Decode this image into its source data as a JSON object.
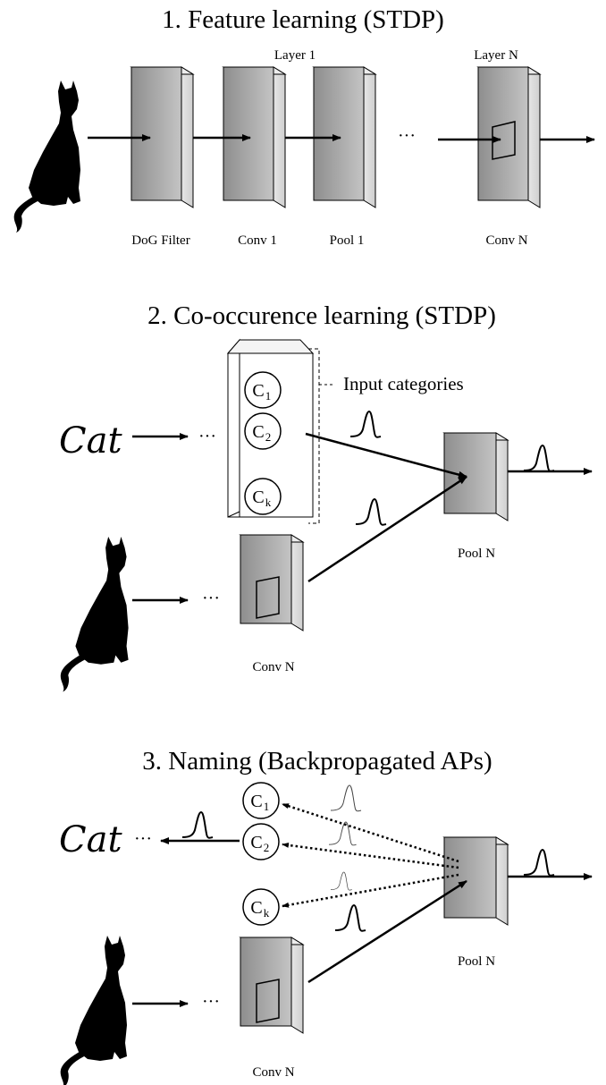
{
  "panel1": {
    "title": "1. Feature learning (STDP)",
    "layer1_label": "Layer 1",
    "layerN_label": "Layer N",
    "dog_label": "DoG Filter",
    "conv1_label": "Conv 1",
    "pool1_label": "Pool 1",
    "convN_label": "Conv N",
    "ellipsis": "···"
  },
  "panel2": {
    "title": "2. Co-occurence learning (STDP)",
    "word": "Cat",
    "input_categories": "Input categories",
    "c1": "C",
    "c1_sub": "1",
    "c2": "C",
    "c2_sub": "2",
    "ck": "C",
    "ck_sub": "k",
    "poolN_label": "Pool N",
    "convN_label": "Conv N",
    "ellipsis": "···"
  },
  "panel3": {
    "title": "3. Naming (Backpropagated APs)",
    "word": "Cat",
    "c1": "C",
    "c1_sub": "1",
    "c2": "C",
    "c2_sub": "2",
    "ck": "C",
    "ck_sub": "k",
    "poolN_label": "Pool N",
    "convN_label": "Conv N",
    "ellipsis": "···"
  },
  "icons": [
    "cat-silhouette-icon",
    "spike-icon",
    "arrow-icon"
  ]
}
